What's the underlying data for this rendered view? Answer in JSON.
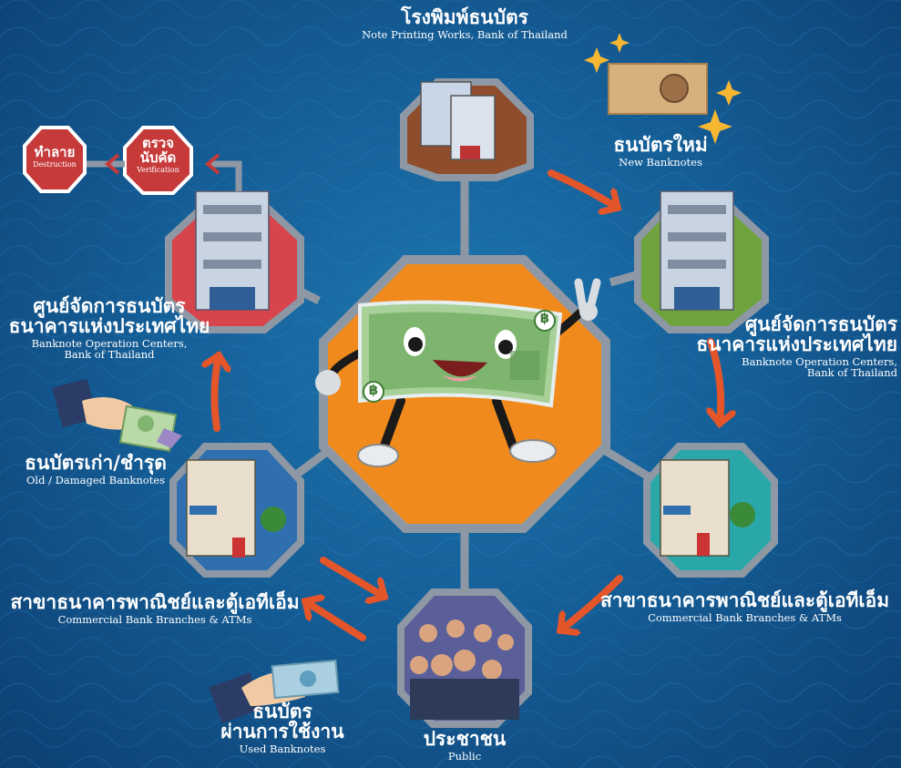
{
  "nodes": {
    "printing_works": {
      "th": "โรงพิมพ์ธนบัตร",
      "en": "Note Printing Works, Bank of Thailand"
    },
    "new_banknotes": {
      "th": "ธนบัตรใหม่",
      "en": "New Banknotes"
    },
    "operation_center_right": {
      "th1": "ศูนย์จัดการธนบัตร",
      "th2": "ธนาคารแห่งประเทศไทย",
      "en1": "Banknote Operation Centers,",
      "en2": "Bank of Thailand"
    },
    "bank_branches_right": {
      "th": "สาขาธนาคารพาณิชย์และตู้เอทีเอ็ม",
      "en": "Commercial Bank Branches & ATMs"
    },
    "public": {
      "th": "ประชาชน",
      "en": "Public"
    },
    "used_banknotes": {
      "th1": "ธนบัตร",
      "th2": "ผ่านการใช้งาน",
      "en": "Used Banknotes"
    },
    "bank_branches_left": {
      "th": "สาขาธนาคารพาณิชย์และตู้เอทีเอ็ม",
      "en": "Commercial Bank Branches & ATMs"
    },
    "old_banknotes": {
      "th": "ธนบัตรเก่า/ชำรุด",
      "en": "Old / Damaged Banknotes"
    },
    "operation_center_left": {
      "th1": "ศูนย์จัดการธนบัตร",
      "th2": "ธนาคารแห่งประเทศไทย",
      "en1": "Banknote Operation Centers,",
      "en2": "Bank of Thailand"
    }
  },
  "signs": {
    "verification": {
      "th1": "ตรวจ",
      "th2": "นับคัด",
      "en": "Verification"
    },
    "destruction": {
      "th": "ทำลาย",
      "en": "Destruction"
    }
  },
  "mascot": {
    "symbol": "฿"
  },
  "colors": {
    "background": "#155f98",
    "center_octagon": "#f08a1c",
    "octagon_border": "#8d98a4",
    "arrow": "#e4552a",
    "sign_red": "#c73a3a",
    "node_brown": "#8f4d2c",
    "node_green": "#6ea33e",
    "node_red": "#d8444c",
    "node_teal": "#2aa7a8",
    "node_blue": "#2f6fb0",
    "node_purple": "#5a5f9a"
  }
}
